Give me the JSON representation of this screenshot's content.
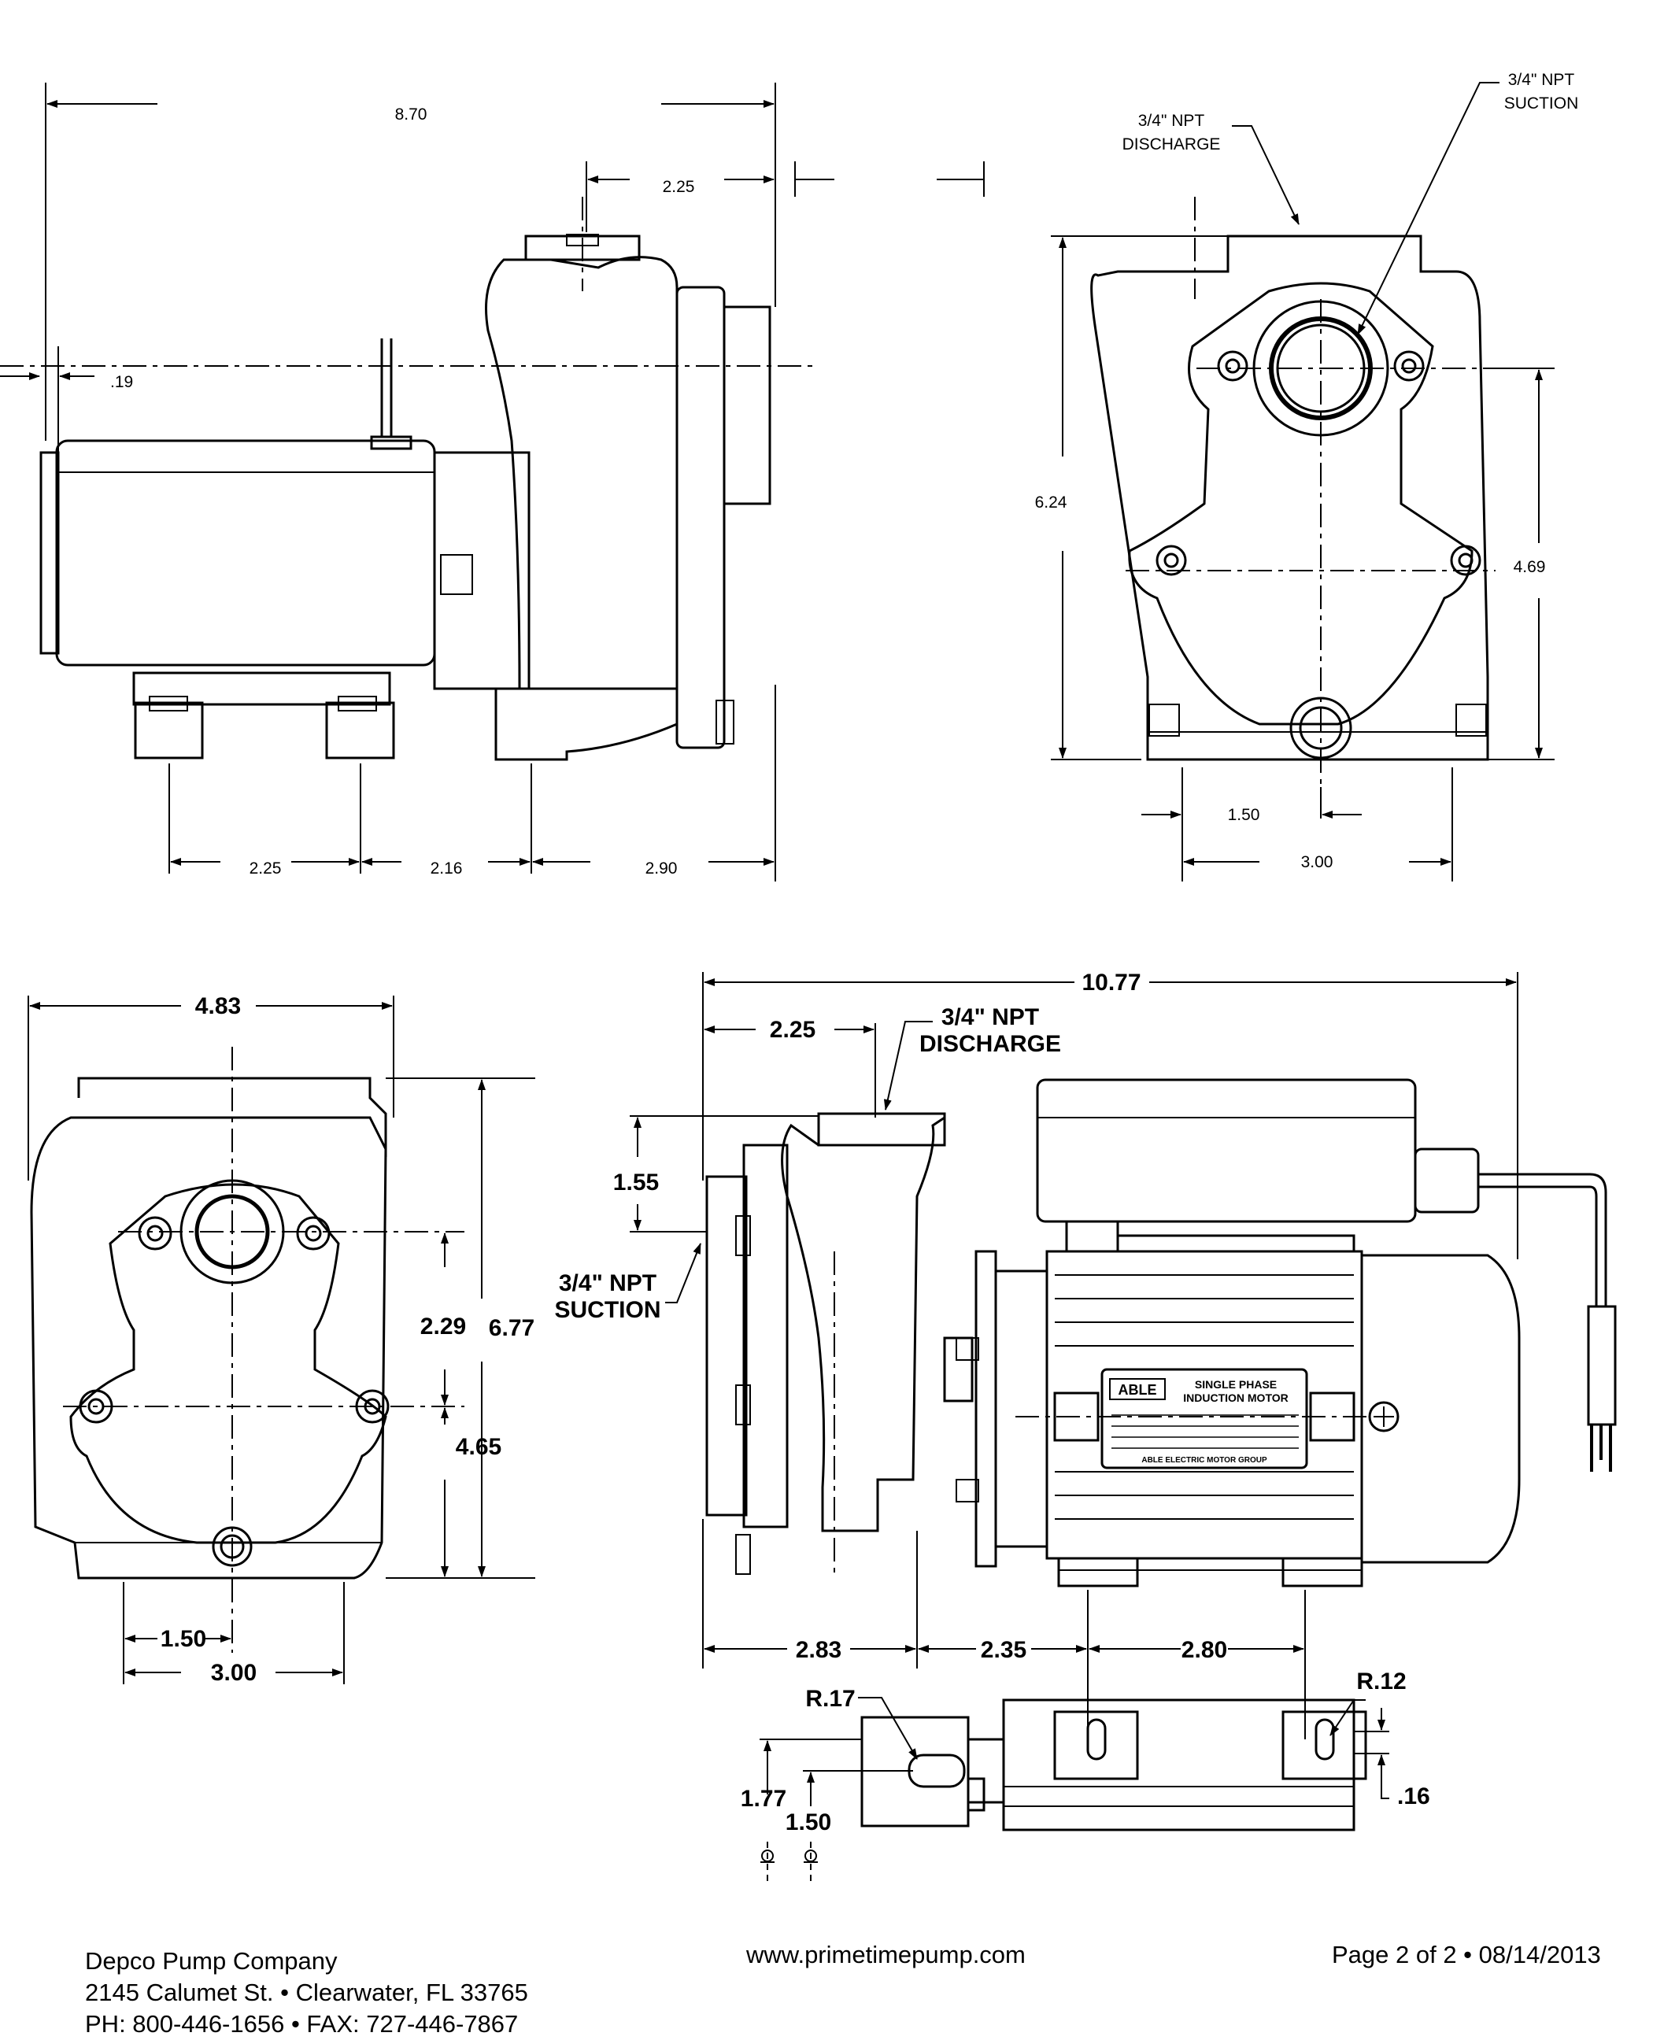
{
  "view_top_left": {
    "overall_width": "8.70",
    "offset_1": "2.25",
    "foot_offset": ".19",
    "base_1": "2.25",
    "base_2": "2.16",
    "base_3": "2.90"
  },
  "view_top_right": {
    "discharge_label_1": "3/4\" NPT",
    "discharge_label_2": "DISCHARGE",
    "suction_label_1": "3/4\" NPT",
    "suction_label_2": "SUCTION",
    "height_total": "6.24",
    "height_bolt": "4.69",
    "half_base": "1.50",
    "base_width": "3.00"
  },
  "view_bottom_left": {
    "width": "4.83",
    "height_total": "6.77",
    "height_port": "2.29",
    "height_center": "4.65",
    "half_base": "1.50",
    "base_width": "3.00"
  },
  "view_bottom_right": {
    "overall_length": "10.77",
    "discharge_offset": "2.25",
    "discharge_label_1": "3/4\" NPT",
    "discharge_label_2": "DISCHARGE",
    "suction_label_1": "3/4\" NPT",
    "suction_label_2": "SUCTION",
    "port_height": "1.55",
    "base_1": "2.83",
    "base_2": "2.35",
    "base_3": "2.80",
    "radius_1": "R.17",
    "radius_2": "R.12",
    "slot_offset": ".16",
    "foot_1": "1.77",
    "foot_2": "1.50",
    "plate_brand": "ABLE",
    "plate_title_1": "SINGLE PHASE",
    "plate_title_2": "INDUCTION MOTOR",
    "plate_footer": "ABLE ELECTRIC MOTOR GROUP"
  },
  "footer": {
    "company_name": "Depco Pump Company",
    "address": "2145 Calumet St. • Clearwater, FL 33765",
    "phone": "PH: 800-446-1656 • FAX: 727-446-7867",
    "website": "www.primetimepump.com",
    "page_info": "Page 2 of 2 • 08/14/2013"
  }
}
